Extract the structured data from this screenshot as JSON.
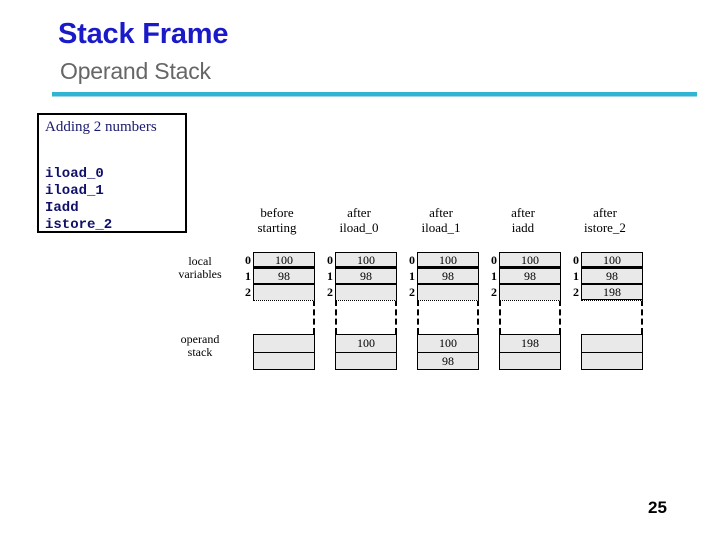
{
  "slide": {
    "title": "Stack Frame",
    "subtitle": "Operand Stack",
    "page_number": "25",
    "title_color": "#1a1ac8",
    "subtitle_color": "#666666",
    "rule_color": "#2fb4d4"
  },
  "code_box": {
    "caption": "Adding 2 numbers",
    "code": "iload_0\niload_1\nIadd\nistore_2",
    "text_color": "#10106a",
    "border_color": "#000000"
  },
  "diagram": {
    "row_labels": {
      "local_variables": "local\nvariables",
      "local_variables_line1": "local",
      "local_variables_line2": "variables",
      "operand_stack_line1": "operand",
      "operand_stack_line2": "stack"
    },
    "cell_fill": "#e9e9e9",
    "columns": [
      {
        "header_line1": "before",
        "header_line2": "starting",
        "indices": [
          "0",
          "1",
          "2"
        ],
        "locals": [
          "100",
          "98",
          ""
        ],
        "stack": [
          "",
          ""
        ]
      },
      {
        "header_line1": "after",
        "header_line2": "iload_0",
        "indices": [
          "0",
          "1",
          "2"
        ],
        "locals": [
          "100",
          "98",
          ""
        ],
        "stack": [
          "100",
          ""
        ]
      },
      {
        "header_line1": "after",
        "header_line2": "iload_1",
        "indices": [
          "0",
          "1",
          "2"
        ],
        "locals": [
          "100",
          "98",
          ""
        ],
        "stack": [
          "100",
          "98"
        ]
      },
      {
        "header_line1": "after",
        "header_line2": "iadd",
        "indices": [
          "0",
          "1",
          "2"
        ],
        "locals": [
          "100",
          "98",
          ""
        ],
        "stack": [
          "198",
          ""
        ]
      },
      {
        "header_line1": "after",
        "header_line2": "istore_2",
        "indices": [
          "0",
          "1",
          "2"
        ],
        "locals": [
          "100",
          "98",
          "198"
        ],
        "stack": [
          "",
          ""
        ]
      }
    ]
  }
}
